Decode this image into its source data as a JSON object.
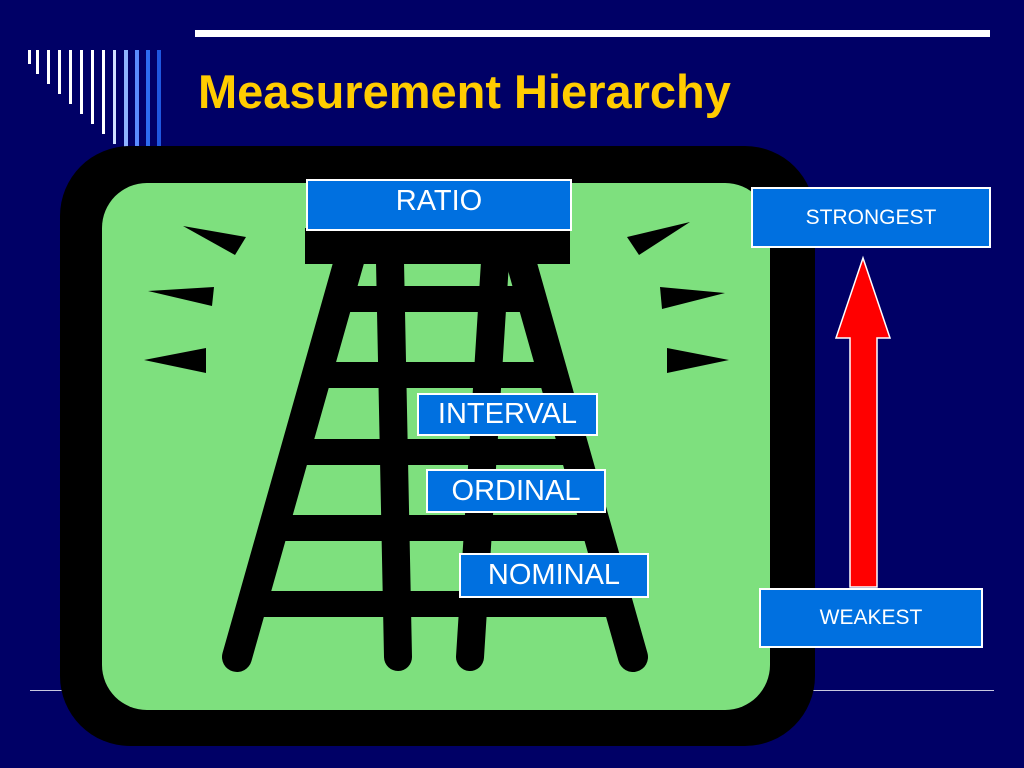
{
  "slide": {
    "title": "Measurement Hierarchy"
  },
  "ladder_levels": {
    "ratio": "RATIO",
    "interval": "INTERVAL",
    "ordinal": "ORDINAL",
    "nominal": "NOMINAL"
  },
  "scale": {
    "strongest": "STRONGEST",
    "weakest": "WEAKEST"
  },
  "colors": {
    "background": "#000066",
    "title": "#ffcc00",
    "panel": "#7ee07e",
    "label_fill": "#0070e0",
    "arrow": "#ff0000"
  }
}
